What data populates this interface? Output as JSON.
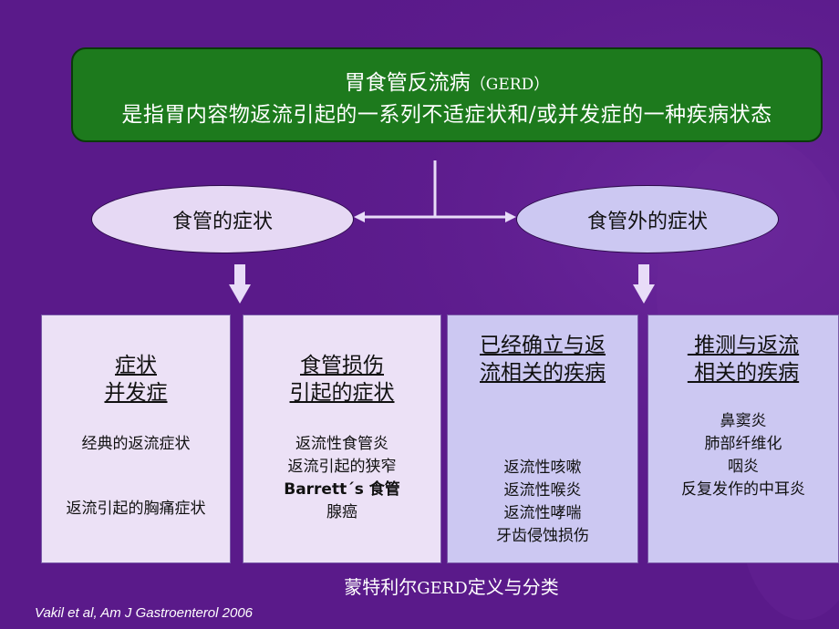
{
  "title": {
    "line1_cn": "胃食管反流病",
    "line1_en": "（GERD）",
    "line2": "是指胃内容物返流引起的一系列不适症状和/或并发症的一种疾病状态"
  },
  "ellipses": {
    "left": "食管的症状",
    "right": "食管外的症状"
  },
  "cards": [
    {
      "heading": [
        "症状",
        "并发症"
      ],
      "items": [
        "经典的返流症状",
        "返流引起的胸痛症状"
      ]
    },
    {
      "heading": [
        "食管损伤",
        "引起的症状"
      ],
      "items": [
        "返流性食管炎",
        "返流引起的狭窄",
        "Barrett´s 食管",
        "腺癌"
      ]
    },
    {
      "heading": [
        "已经确立与返",
        "流相关的疾病"
      ],
      "items": [
        "返流性咳嗽",
        "返流性喉炎",
        "返流性哮喘",
        "牙齿侵蚀损伤"
      ]
    },
    {
      "heading": [
        " 推测与返流",
        " 相关的疾病"
      ],
      "items": [
        "鼻窦炎",
        "肺部纤维化",
        "咽炎",
        "反复发作的中耳炎"
      ]
    }
  ],
  "caption": {
    "prefix": "蒙特利尔",
    "mid": "GERD",
    "suffix": "定义与分类"
  },
  "citation": "Vakil et al, Am J Gastroenterol 2006",
  "colors": {
    "background": "#5b1a8c",
    "title_box": "#1d7a1d",
    "left_fill": "#ece1f6",
    "right_fill": "#ccc8f2",
    "connector": "#e8dcf8"
  }
}
